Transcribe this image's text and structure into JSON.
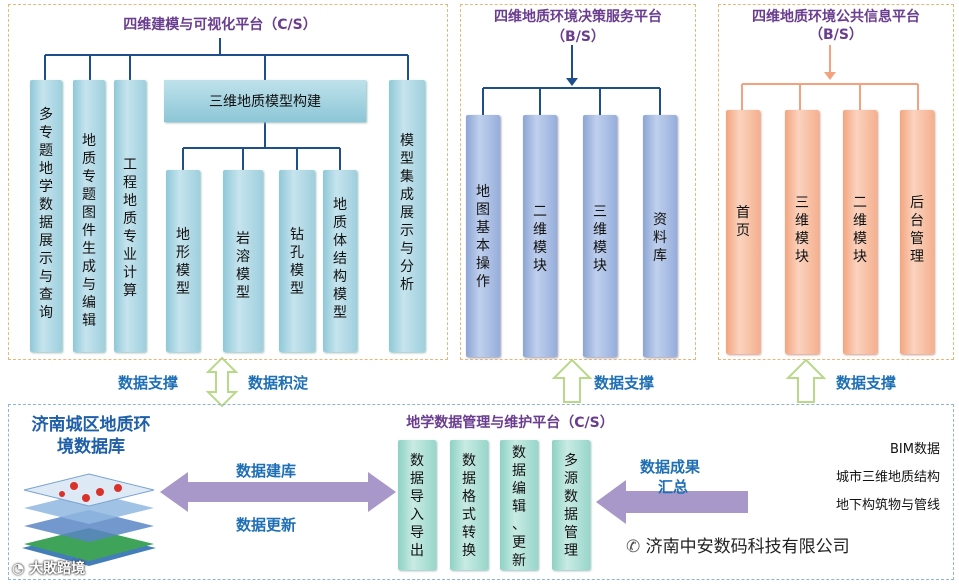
{
  "panel_cs": {
    "title": "四维建模与可视化平台（C/S）",
    "col1": [
      "多",
      "专",
      "题",
      "地",
      "学",
      "数",
      "据",
      "展",
      "示",
      "与",
      "查",
      "询"
    ],
    "col2": [
      "地",
      "质",
      "专",
      "题",
      "图",
      "件",
      "生",
      "成",
      "与",
      "编",
      "辑"
    ],
    "col3": [
      "工",
      "程",
      "地",
      "质",
      "专",
      "业",
      "计",
      "算"
    ],
    "build_bar": "三维地质模型构建",
    "sub1": [
      "地",
      "形",
      "模",
      "型"
    ],
    "sub2": [
      "岩",
      "溶",
      "模",
      "型"
    ],
    "sub3": [
      "钻",
      "孔",
      "模",
      "型"
    ],
    "sub4": [
      "地",
      "质",
      "体",
      "结",
      "构",
      "模",
      "型"
    ],
    "col_last": [
      "模",
      "型",
      "集",
      "成",
      "展",
      "示",
      "与",
      "分",
      "析"
    ]
  },
  "panel_decision": {
    "title": "四维地质环境决策服务平台",
    "subtitle": "（B/S）",
    "cols": [
      [
        "地",
        "图",
        "基",
        "本",
        "操",
        "作"
      ],
      [
        "二",
        "维",
        "模",
        "块"
      ],
      [
        "三",
        "维",
        "模",
        "块"
      ],
      [
        "资",
        "料",
        "库"
      ]
    ]
  },
  "panel_public": {
    "title": "四维地质环境公共信息平台",
    "subtitle": "（B/S）",
    "cols": [
      [
        "首",
        "页"
      ],
      [
        "三",
        "维",
        "模",
        "块"
      ],
      [
        "二",
        "维",
        "模",
        "块"
      ],
      [
        "后",
        "台",
        "管",
        "理"
      ]
    ]
  },
  "labels": {
    "support1": "数据支撑",
    "accumulate": "数据积淀",
    "support2": "数据支撑",
    "support3": "数据支撑",
    "build_db": "数据建库",
    "update": "数据更新",
    "result": "数据成果",
    "summary": "汇总"
  },
  "database": {
    "title_line1": "济南城区地质环",
    "title_line2": "境数据库"
  },
  "panel_mgmt": {
    "title": "地学数据管理与维护平台（C/S）",
    "cols": [
      [
        "数",
        "据",
        "导",
        "入",
        "导",
        "出"
      ],
      [
        "数",
        "据",
        "格",
        "式",
        "转",
        "换"
      ],
      [
        "数",
        "据",
        "编",
        "辑",
        "、",
        "更",
        "新"
      ],
      [
        "多",
        "源",
        "数",
        "据",
        "管",
        "理"
      ]
    ]
  },
  "data_sources": [
    "BIM数据",
    "城市三维地质结构",
    "地下构筑物与管线"
  ],
  "watermark": {
    "company": "济南中安数码科技有限公司",
    "brand": "大敗踣境"
  },
  "colors": {
    "title_purple": "#6a3d8f",
    "label_blue": "#1f6fb5",
    "arrow_purple": "#a897c9"
  }
}
